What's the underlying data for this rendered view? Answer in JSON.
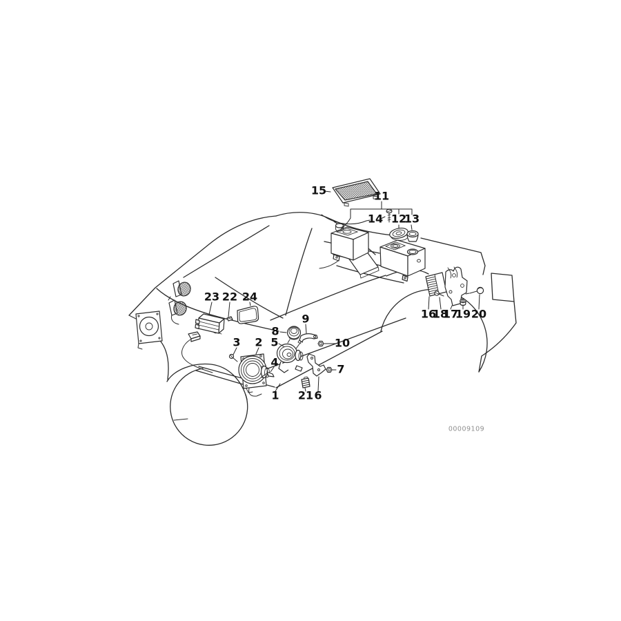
{
  "diagram": {
    "kind": "vehicle-parts-exploded-diagram",
    "background_color": "#ffffff",
    "line_color": "#2b2b2b",
    "label_color": "#111111"
  },
  "callouts": {
    "c1": "1",
    "c2": "2",
    "c3": "3",
    "c4": "4",
    "c5": "5",
    "c6": "6",
    "c7": "7",
    "c8": "8",
    "c9": "9",
    "c10": "10",
    "c11": "11",
    "c12": "12",
    "c13": "13",
    "c14": "14",
    "c15": "15",
    "c16": "16",
    "c17": "17",
    "c18": "18",
    "c19": "19",
    "c20": "20",
    "c21": "21",
    "c22": "22",
    "c23": "23",
    "c24": "24"
  },
  "watermark": {
    "text": "00009109",
    "color": "#8f8f8f"
  }
}
